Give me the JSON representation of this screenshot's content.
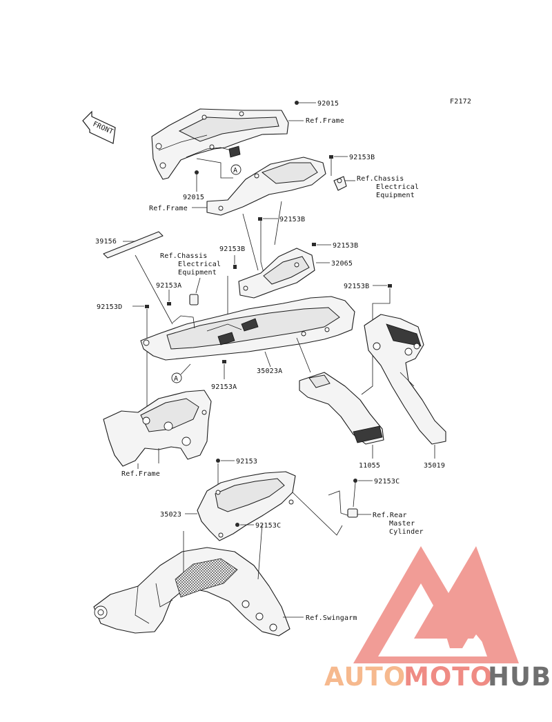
{
  "figure_code": "F2172",
  "front_label": "FRONT",
  "callout_marker": "A",
  "parts": {
    "p92015_top": "92015",
    "p92015_left": "92015",
    "p92153B_a": "92153B",
    "p92153B_b": "92153B",
    "p92153B_c": "92153B",
    "p92153B_d": "92153B",
    "p92153B_e": "92153B",
    "p39156": "39156",
    "p32065": "32065",
    "p92153A_a": "92153A",
    "p92153A_b": "92153A",
    "p92153D": "92153D",
    "p35023A": "35023A",
    "p11055": "11055",
    "p35019": "35019",
    "p92153": "92153",
    "p92153C_a": "92153C",
    "p92153C_b": "92153C",
    "p35023": "35023"
  },
  "refs": {
    "frame_top": "Ref.Frame",
    "frame_mid": "Ref.Frame",
    "frame_bottom": "Ref.Frame",
    "chassis_right": [
      "Ref.Chassis",
      "Electrical",
      "Equipment"
    ],
    "chassis_left": [
      "Ref.Chassis",
      "Electrical",
      "Equipment"
    ],
    "rear_master": [
      "Ref.Rear",
      "Master",
      "Cylinder"
    ],
    "swingarm": "Ref.Swingarm"
  },
  "watermark": {
    "auto": "AUTO",
    "moto": "MOTO",
    "hub": "HUB",
    "color_auto": "#f6b98e",
    "color_moto": "#ef8b84",
    "color_hub": "#6f6f6f",
    "color_logo": "#ef8b84"
  }
}
